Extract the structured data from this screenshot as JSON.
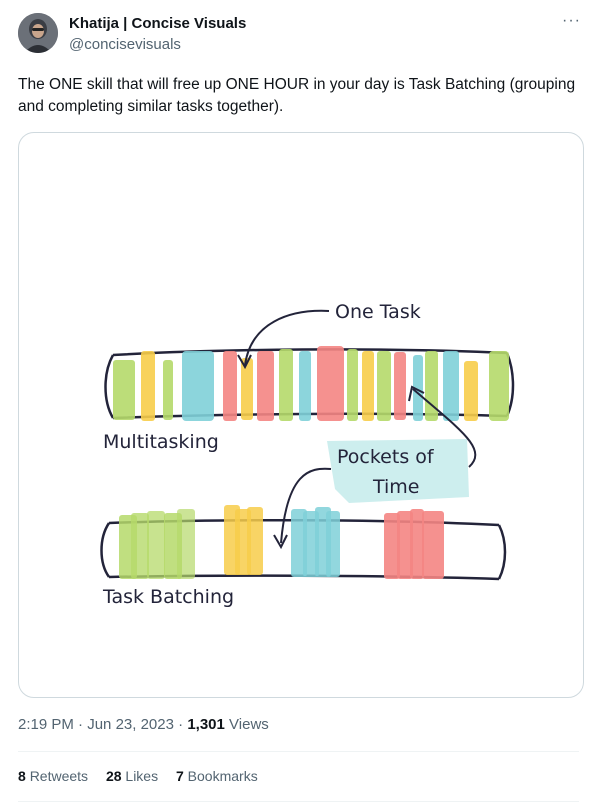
{
  "author": {
    "name": "Khatija | Concise Visuals",
    "handle": "@concisevisuals",
    "avatar_icon": "profile-photo"
  },
  "more_icon": "more-horizontal-icon",
  "more_label": "···",
  "tweet": {
    "text": "The ONE skill that will free up ONE HOUR in your day is Task Batching (grouping and completing similar tasks together)."
  },
  "illustration": {
    "label_one_task": "One Task",
    "label_multitasking": "Multitasking",
    "label_pockets_line1": "Pockets of",
    "label_pockets_line2": "Time",
    "label_task_batching": "Task Batching",
    "colors": {
      "green": "#b5d96a",
      "yellow": "#f7cd4a",
      "blue": "#7fd0d8",
      "red": "#f48583",
      "callout": "#cdeeee",
      "ink": "#23243a"
    }
  },
  "meta": {
    "time": "2:19 PM",
    "date": "Jun 23, 2023",
    "views_count": "1,301",
    "views_label": "Views",
    "separator": "·"
  },
  "stats": {
    "retweets_count": "8",
    "retweets_label": "Retweets",
    "likes_count": "28",
    "likes_label": "Likes",
    "bookmarks_count": "7",
    "bookmarks_label": "Bookmarks"
  }
}
